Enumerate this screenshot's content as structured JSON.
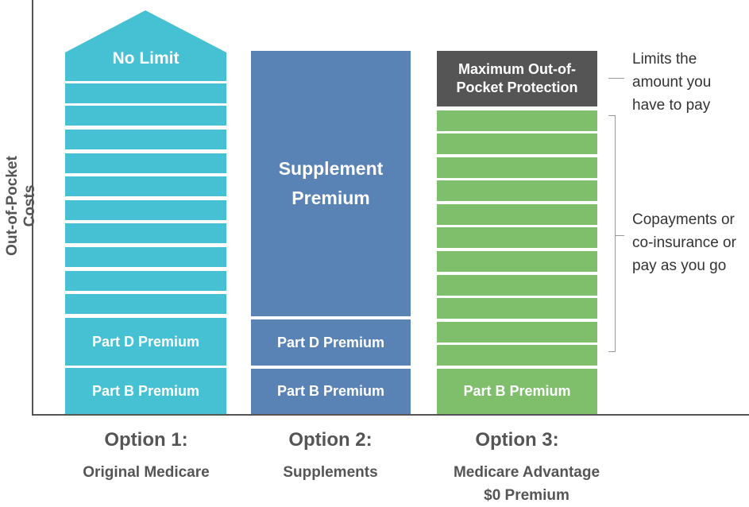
{
  "y_axis_label": "Out-of-Pocket Costs",
  "colors": {
    "option1": "#46c0d3",
    "option2": "#5982b5",
    "option3": "#7fbf6c",
    "max_oop": "#555555",
    "axis": "#555555"
  },
  "option1": {
    "title": "Option 1:",
    "subtitle": "Original Medicare",
    "top_label": "No Limit",
    "part_d": "Part D Premium",
    "part_b": "Part B Premium"
  },
  "option2": {
    "title": "Option 2:",
    "subtitle": "Supplements",
    "supplement": "Supplement Premium",
    "part_d": "Part D Premium",
    "part_b": "Part B Premium"
  },
  "option3": {
    "title": "Option 3:",
    "subtitle_line1": "Medicare Advantage",
    "subtitle_line2": "$0 Premium",
    "max_oop": "Maximum Out-of-Pocket Protection",
    "part_b": "Part B Premium"
  },
  "annotations": {
    "limits": "Limits the amount you have to pay",
    "copay": "Copayments or co-insurance or pay as you go"
  }
}
